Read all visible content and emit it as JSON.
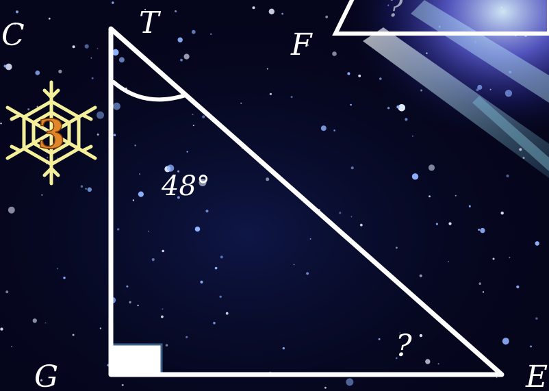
{
  "diagram": {
    "vertex_labels": {
      "top": "T",
      "bottom_left": "G",
      "bottom_right": "E",
      "corner_top_left": "C",
      "second_triangle": "F"
    },
    "angle_label": "48°",
    "unknown_angle_label": "?",
    "second_triangle_label": "?",
    "badge_number": "3",
    "colors": {
      "background": "#05061c",
      "stroke": "#ffffff",
      "badge_outline": "#f4ef9a",
      "badge_number": "#e0862a",
      "right_angle_box": "#3a5f88"
    }
  }
}
